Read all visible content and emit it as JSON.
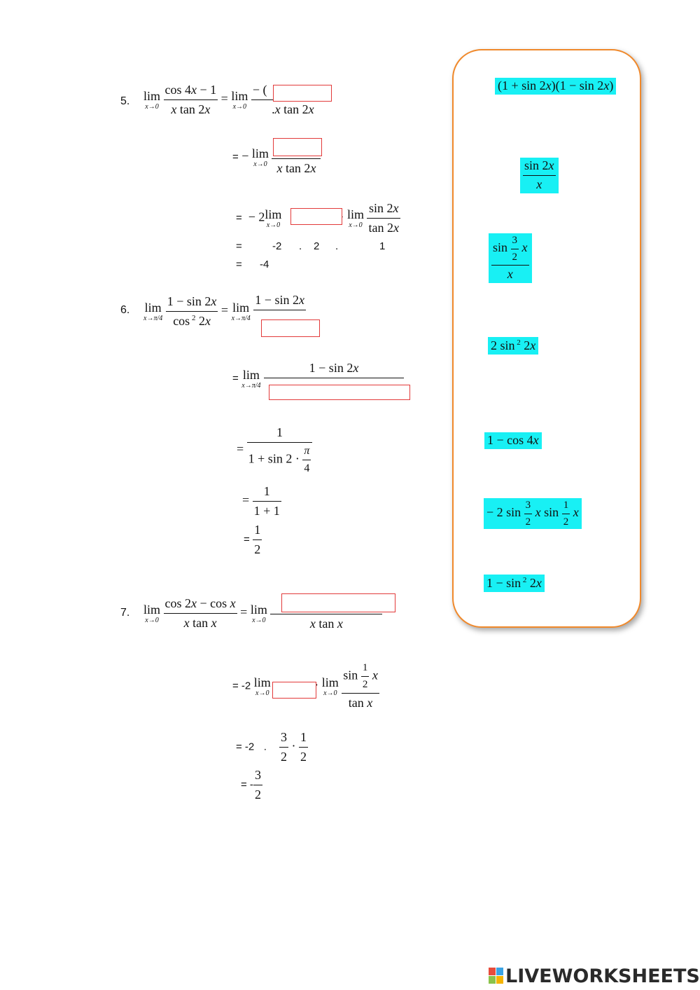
{
  "problem5": {
    "number": "5.",
    "step1": "=",
    "step2": "=",
    "step3": "=",
    "step4": "=",
    "step4_vals": [
      "-2",
      ".",
      "2",
      ".",
      "1"
    ],
    "step5": "=",
    "step5_val": "-4"
  },
  "problem6": {
    "number": "6.",
    "eq_signs": [
      "=",
      "=",
      "="
    ],
    "result": "1/2"
  },
  "problem7": {
    "number": "7.",
    "step2_prefix": "= -2",
    "step3_prefix": "= -2",
    "step3_dot": ".",
    "step4_prefix": "= -"
  },
  "options": [
    "(1 + sin 2x)(1 − sin 2x)",
    "sin 2x / x",
    "sin (3/2)x / x",
    "2 sin² 2x",
    "1 − cos 4x",
    "−2 sin (3/2)x sin (1/2)x",
    "1 − sin² 2x"
  ],
  "brand": {
    "name": "LIVEWORKSHEETS",
    "colors": {
      "answer_box": "#e23a3a",
      "option_bg": "#18f0f4",
      "panel_border": "#f0892b"
    }
  }
}
